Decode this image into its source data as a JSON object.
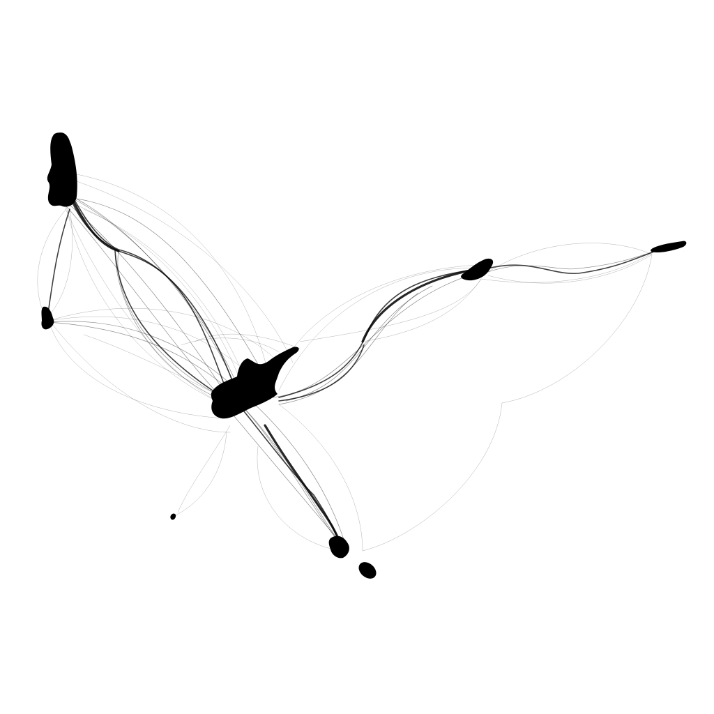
{
  "diagram": {
    "type": "edge-bundled network graph",
    "background": "#ffffff",
    "ink": "#000000",
    "hubs": [
      {
        "id": "hub-top-left"
      },
      {
        "id": "hub-left"
      },
      {
        "id": "hub-center"
      },
      {
        "id": "hub-mid-right"
      },
      {
        "id": "hub-far-right"
      },
      {
        "id": "hub-bottom"
      },
      {
        "id": "hub-small-bottom-left"
      }
    ]
  }
}
